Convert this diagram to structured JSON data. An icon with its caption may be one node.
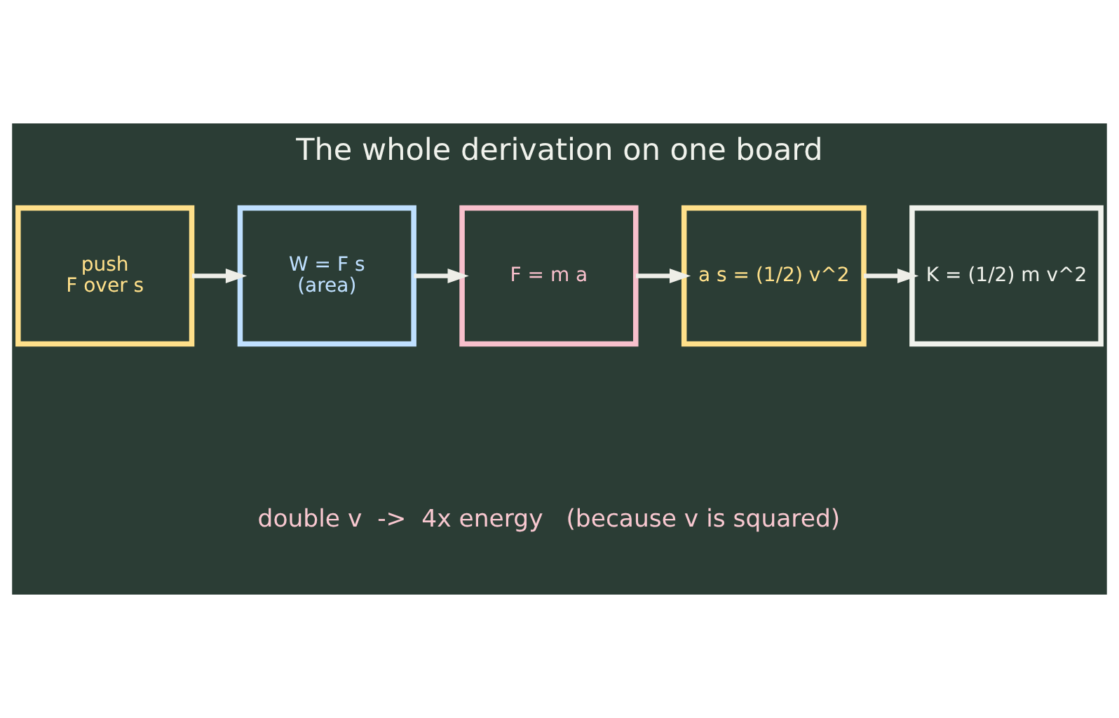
{
  "diagram": {
    "title": "The whole derivation on one board",
    "nodes": [
      {
        "text": [
          "push",
          "F over s"
        ]
      },
      {
        "text": [
          "W = F s",
          "(area)"
        ]
      },
      {
        "text": [
          "F = m a"
        ]
      },
      {
        "text": [
          "a s = (1/2) v^2"
        ]
      },
      {
        "text": [
          "K = (1/2) m v^2"
        ]
      }
    ],
    "edges": [
      {
        "from": 0,
        "to": 1,
        "arrow": "to"
      },
      {
        "from": 1,
        "to": 2,
        "arrow": "to"
      },
      {
        "from": 2,
        "to": 3,
        "arrow": "to"
      },
      {
        "from": 3,
        "to": 4,
        "arrow": "to"
      }
    ],
    "labels": [
      "double v  ->  4x energy   (because v is squared)"
    ]
  }
}
